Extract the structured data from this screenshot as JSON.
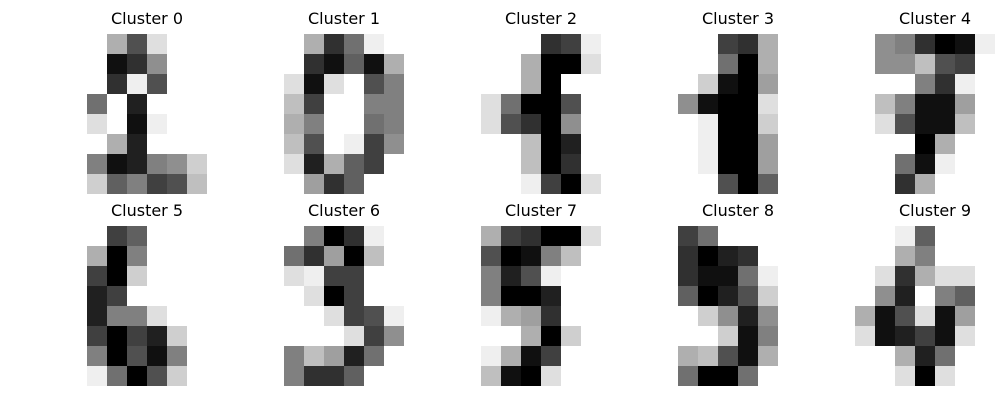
{
  "figure": {
    "panels": [
      {
        "title": "Cluster 0",
        "pixels": [
          [
            0,
            0,
            5,
            11,
            2,
            0,
            0,
            0
          ],
          [
            0,
            0,
            15,
            13,
            7,
            0,
            0,
            0
          ],
          [
            0,
            0,
            13,
            1,
            11,
            0,
            0,
            0
          ],
          [
            0,
            9,
            0,
            14,
            0,
            0,
            0,
            0
          ],
          [
            0,
            2,
            0,
            15,
            1,
            0,
            0,
            0
          ],
          [
            0,
            0,
            5,
            14,
            0,
            0,
            0,
            0
          ],
          [
            0,
            8,
            15,
            14,
            8,
            7,
            3,
            0
          ],
          [
            0,
            3,
            10,
            8,
            12,
            11,
            4,
            0
          ]
        ]
      },
      {
        "title": "Cluster 1",
        "pixels": [
          [
            0,
            0,
            5,
            13,
            9,
            1,
            0,
            0
          ],
          [
            0,
            0,
            13,
            15,
            10,
            15,
            5,
            0
          ],
          [
            0,
            2,
            15,
            2,
            0,
            11,
            8,
            0
          ],
          [
            0,
            4,
            12,
            0,
            0,
            8,
            8,
            0
          ],
          [
            0,
            5,
            8,
            0,
            0,
            9,
            8,
            0
          ],
          [
            0,
            4,
            11,
            0,
            1,
            12,
            7,
            0
          ],
          [
            0,
            2,
            14,
            5,
            10,
            12,
            0,
            0
          ],
          [
            0,
            0,
            6,
            13,
            10,
            0,
            0,
            0
          ]
        ]
      },
      {
        "title": "Cluster 2",
        "pixels": [
          [
            0,
            0,
            0,
            0,
            13,
            12,
            1,
            0
          ],
          [
            0,
            0,
            0,
            5,
            16,
            16,
            2,
            0
          ],
          [
            0,
            0,
            0,
            5,
            16,
            0,
            0,
            0
          ],
          [
            0,
            2,
            9,
            16,
            16,
            11,
            0,
            0
          ],
          [
            0,
            2,
            11,
            13,
            16,
            7,
            0,
            0
          ],
          [
            0,
            0,
            0,
            4,
            16,
            14,
            0,
            0
          ],
          [
            0,
            0,
            0,
            4,
            16,
            13,
            0,
            0
          ],
          [
            0,
            0,
            0,
            1,
            12,
            16,
            2,
            0
          ]
        ]
      },
      {
        "title": "Cluster 3",
        "pixels": [
          [
            0,
            0,
            0,
            12,
            13,
            5,
            0,
            0
          ],
          [
            0,
            0,
            0,
            9,
            16,
            5,
            0,
            0
          ],
          [
            0,
            0,
            3,
            15,
            16,
            6,
            0,
            0
          ],
          [
            0,
            7,
            15,
            16,
            16,
            2,
            0,
            0
          ],
          [
            0,
            0,
            1,
            16,
            16,
            3,
            0,
            0
          ],
          [
            0,
            0,
            1,
            16,
            16,
            6,
            0,
            0
          ],
          [
            0,
            0,
            1,
            16,
            16,
            6,
            0,
            0
          ],
          [
            0,
            0,
            0,
            11,
            16,
            10,
            0,
            0
          ]
        ]
      },
      {
        "title": "Cluster 4",
        "pixels": [
          [
            0,
            7,
            8,
            13,
            16,
            15,
            1,
            0
          ],
          [
            0,
            7,
            7,
            4,
            11,
            12,
            0,
            0
          ],
          [
            0,
            0,
            0,
            8,
            13,
            1,
            0,
            0
          ],
          [
            0,
            4,
            8,
            15,
            15,
            6,
            0,
            0
          ],
          [
            0,
            2,
            11,
            15,
            15,
            4,
            0,
            0
          ],
          [
            0,
            0,
            0,
            16,
            5,
            0,
            0,
            0
          ],
          [
            0,
            0,
            9,
            15,
            1,
            0,
            0,
            0
          ],
          [
            0,
            0,
            13,
            5,
            0,
            0,
            0,
            0
          ]
        ]
      },
      {
        "title": "Cluster 5",
        "pixels": [
          [
            0,
            0,
            12,
            10,
            0,
            0,
            0,
            0
          ],
          [
            0,
            5,
            16,
            8,
            0,
            0,
            0,
            0
          ],
          [
            0,
            12,
            16,
            3,
            0,
            0,
            0,
            0
          ],
          [
            0,
            14,
            12,
            0,
            0,
            0,
            0,
            0
          ],
          [
            0,
            14,
            8,
            8,
            2,
            0,
            0,
            0
          ],
          [
            0,
            12,
            16,
            12,
            14,
            3,
            0,
            0
          ],
          [
            0,
            8,
            16,
            11,
            15,
            8,
            0,
            0
          ],
          [
            0,
            1,
            9,
            16,
            11,
            3,
            0,
            0
          ]
        ]
      },
      {
        "title": "Cluster 6",
        "pixels": [
          [
            0,
            0,
            8,
            16,
            13,
            1,
            0,
            0
          ],
          [
            0,
            9,
            13,
            6,
            16,
            4,
            0,
            0
          ],
          [
            0,
            2,
            1,
            12,
            12,
            0,
            0,
            0
          ],
          [
            0,
            0,
            2,
            16,
            12,
            0,
            0,
            0
          ],
          [
            0,
            0,
            0,
            2,
            12,
            11,
            1,
            0
          ],
          [
            0,
            0,
            0,
            0,
            2,
            12,
            7,
            0
          ],
          [
            0,
            8,
            4,
            6,
            14,
            9,
            0,
            0
          ],
          [
            0,
            8,
            13,
            13,
            10,
            0,
            0,
            0
          ]
        ]
      },
      {
        "title": "Cluster 7",
        "pixels": [
          [
            0,
            5,
            12,
            13,
            16,
            16,
            2,
            0
          ],
          [
            0,
            11,
            16,
            15,
            8,
            4,
            0,
            0
          ],
          [
            0,
            8,
            14,
            11,
            1,
            0,
            0,
            0
          ],
          [
            0,
            8,
            16,
            16,
            14,
            0,
            0,
            0
          ],
          [
            0,
            1,
            5,
            6,
            13,
            0,
            0,
            0
          ],
          [
            0,
            0,
            0,
            5,
            16,
            3,
            0,
            0
          ],
          [
            0,
            1,
            5,
            15,
            12,
            0,
            0,
            0
          ],
          [
            0,
            4,
            15,
            16,
            2,
            0,
            0,
            0
          ]
        ]
      },
      {
        "title": "Cluster 8",
        "pixels": [
          [
            0,
            12,
            9,
            0,
            0,
            0,
            0,
            0
          ],
          [
            0,
            13,
            16,
            14,
            13,
            0,
            0,
            0
          ],
          [
            0,
            13,
            15,
            15,
            9,
            1,
            0,
            0
          ],
          [
            0,
            10,
            16,
            14,
            11,
            3,
            0,
            0
          ],
          [
            0,
            0,
            3,
            7,
            14,
            7,
            0,
            0
          ],
          [
            0,
            0,
            0,
            3,
            15,
            8,
            0,
            0
          ],
          [
            0,
            5,
            4,
            11,
            15,
            5,
            0,
            0
          ],
          [
            0,
            9,
            16,
            16,
            9,
            0,
            0,
            0
          ]
        ]
      },
      {
        "title": "Cluster 9",
        "pixels": [
          [
            0,
            0,
            1,
            10,
            0,
            0,
            0,
            0
          ],
          [
            0,
            0,
            5,
            8,
            0,
            0,
            0,
            0
          ],
          [
            0,
            2,
            13,
            5,
            2,
            2,
            0,
            0
          ],
          [
            0,
            7,
            14,
            0,
            8,
            10,
            0,
            0
          ],
          [
            5,
            15,
            11,
            2,
            15,
            6,
            0,
            0
          ],
          [
            2,
            15,
            14,
            12,
            15,
            2,
            0,
            0
          ],
          [
            0,
            0,
            5,
            14,
            9,
            0,
            0,
            0
          ],
          [
            0,
            0,
            2,
            16,
            2,
            0,
            0,
            0
          ]
        ]
      }
    ]
  }
}
